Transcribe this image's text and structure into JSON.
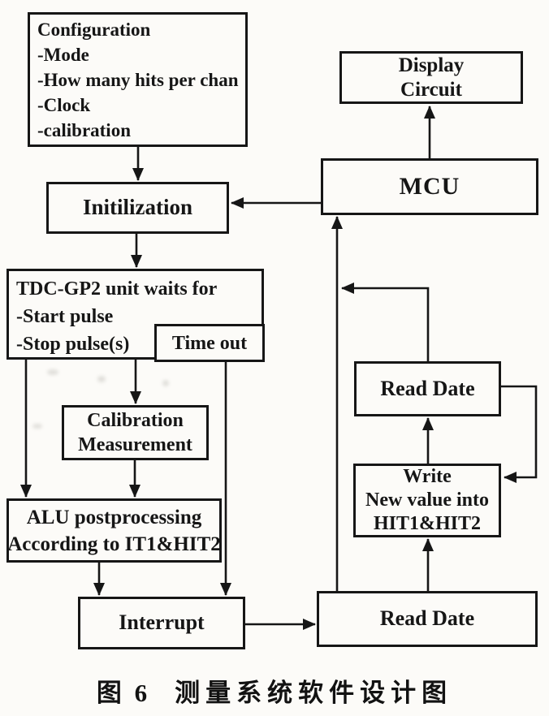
{
  "diagram": {
    "nodes": {
      "configuration": {
        "lines": [
          "Configuration",
          "-Mode",
          "-How many hits per chan",
          "-Clock",
          "-calibration"
        ]
      },
      "initialization": {
        "label": "Initilization"
      },
      "tdc": {
        "lines": [
          "TDC-GP2 unit waits for",
          "-Start pulse",
          "-Stop pulse(s)"
        ]
      },
      "timeout": {
        "label": "Time out"
      },
      "calibration": {
        "lines": [
          "Calibration",
          "Measurement"
        ]
      },
      "alu": {
        "lines": [
          "ALU postprocessing",
          "According to IT1&HIT2"
        ]
      },
      "interrupt": {
        "label": "Interrupt"
      },
      "read_date_bottom": {
        "label": "Read Date"
      },
      "write": {
        "lines": [
          "Write",
          "New value into",
          "HIT1&HIT2"
        ]
      },
      "read_date_top": {
        "label": "Read Date"
      },
      "mcu": {
        "label": "MCU"
      },
      "display": {
        "lines": [
          "Display",
          "Circuit"
        ]
      }
    },
    "caption": {
      "figure": "图 6",
      "title": "测量系统软件设计图"
    },
    "colors": {
      "ink": "#161616",
      "paper": "#fcfbf8"
    }
  }
}
